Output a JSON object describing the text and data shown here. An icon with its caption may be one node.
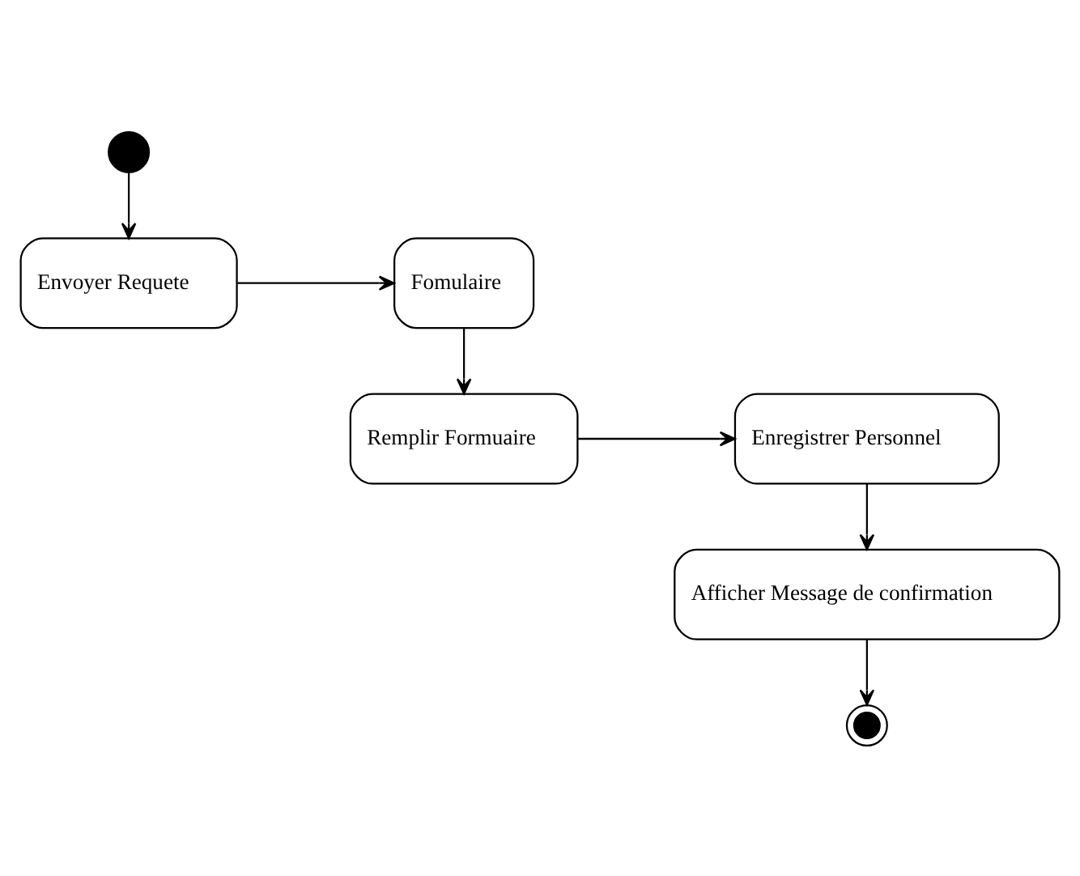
{
  "diagram": {
    "nodes": [
      {
        "text": [],
        "shape": "circle"
      },
      {
        "text": [
          "Envoyer Requete"
        ]
      },
      {
        "text": [
          "Fomulaire"
        ]
      },
      {
        "text": [
          "Remplir Formuaire"
        ]
      },
      {
        "text": [
          "Enregistrer Personnel"
        ]
      },
      {
        "text": [
          "Afficher Message de confirmation"
        ]
      },
      {
        "text": [],
        "shape": "bullseye"
      }
    ],
    "edges": [
      {
        "from": 0,
        "to": 1,
        "arrow": "to"
      },
      {
        "from": 1,
        "to": 2,
        "arrow": "to"
      },
      {
        "from": 2,
        "to": 3,
        "arrow": "to"
      },
      {
        "from": 3,
        "to": 4,
        "arrow": "to"
      },
      {
        "from": 4,
        "to": 5,
        "arrow": "to"
      },
      {
        "from": 5,
        "to": 6,
        "arrow": "to"
      }
    ]
  }
}
